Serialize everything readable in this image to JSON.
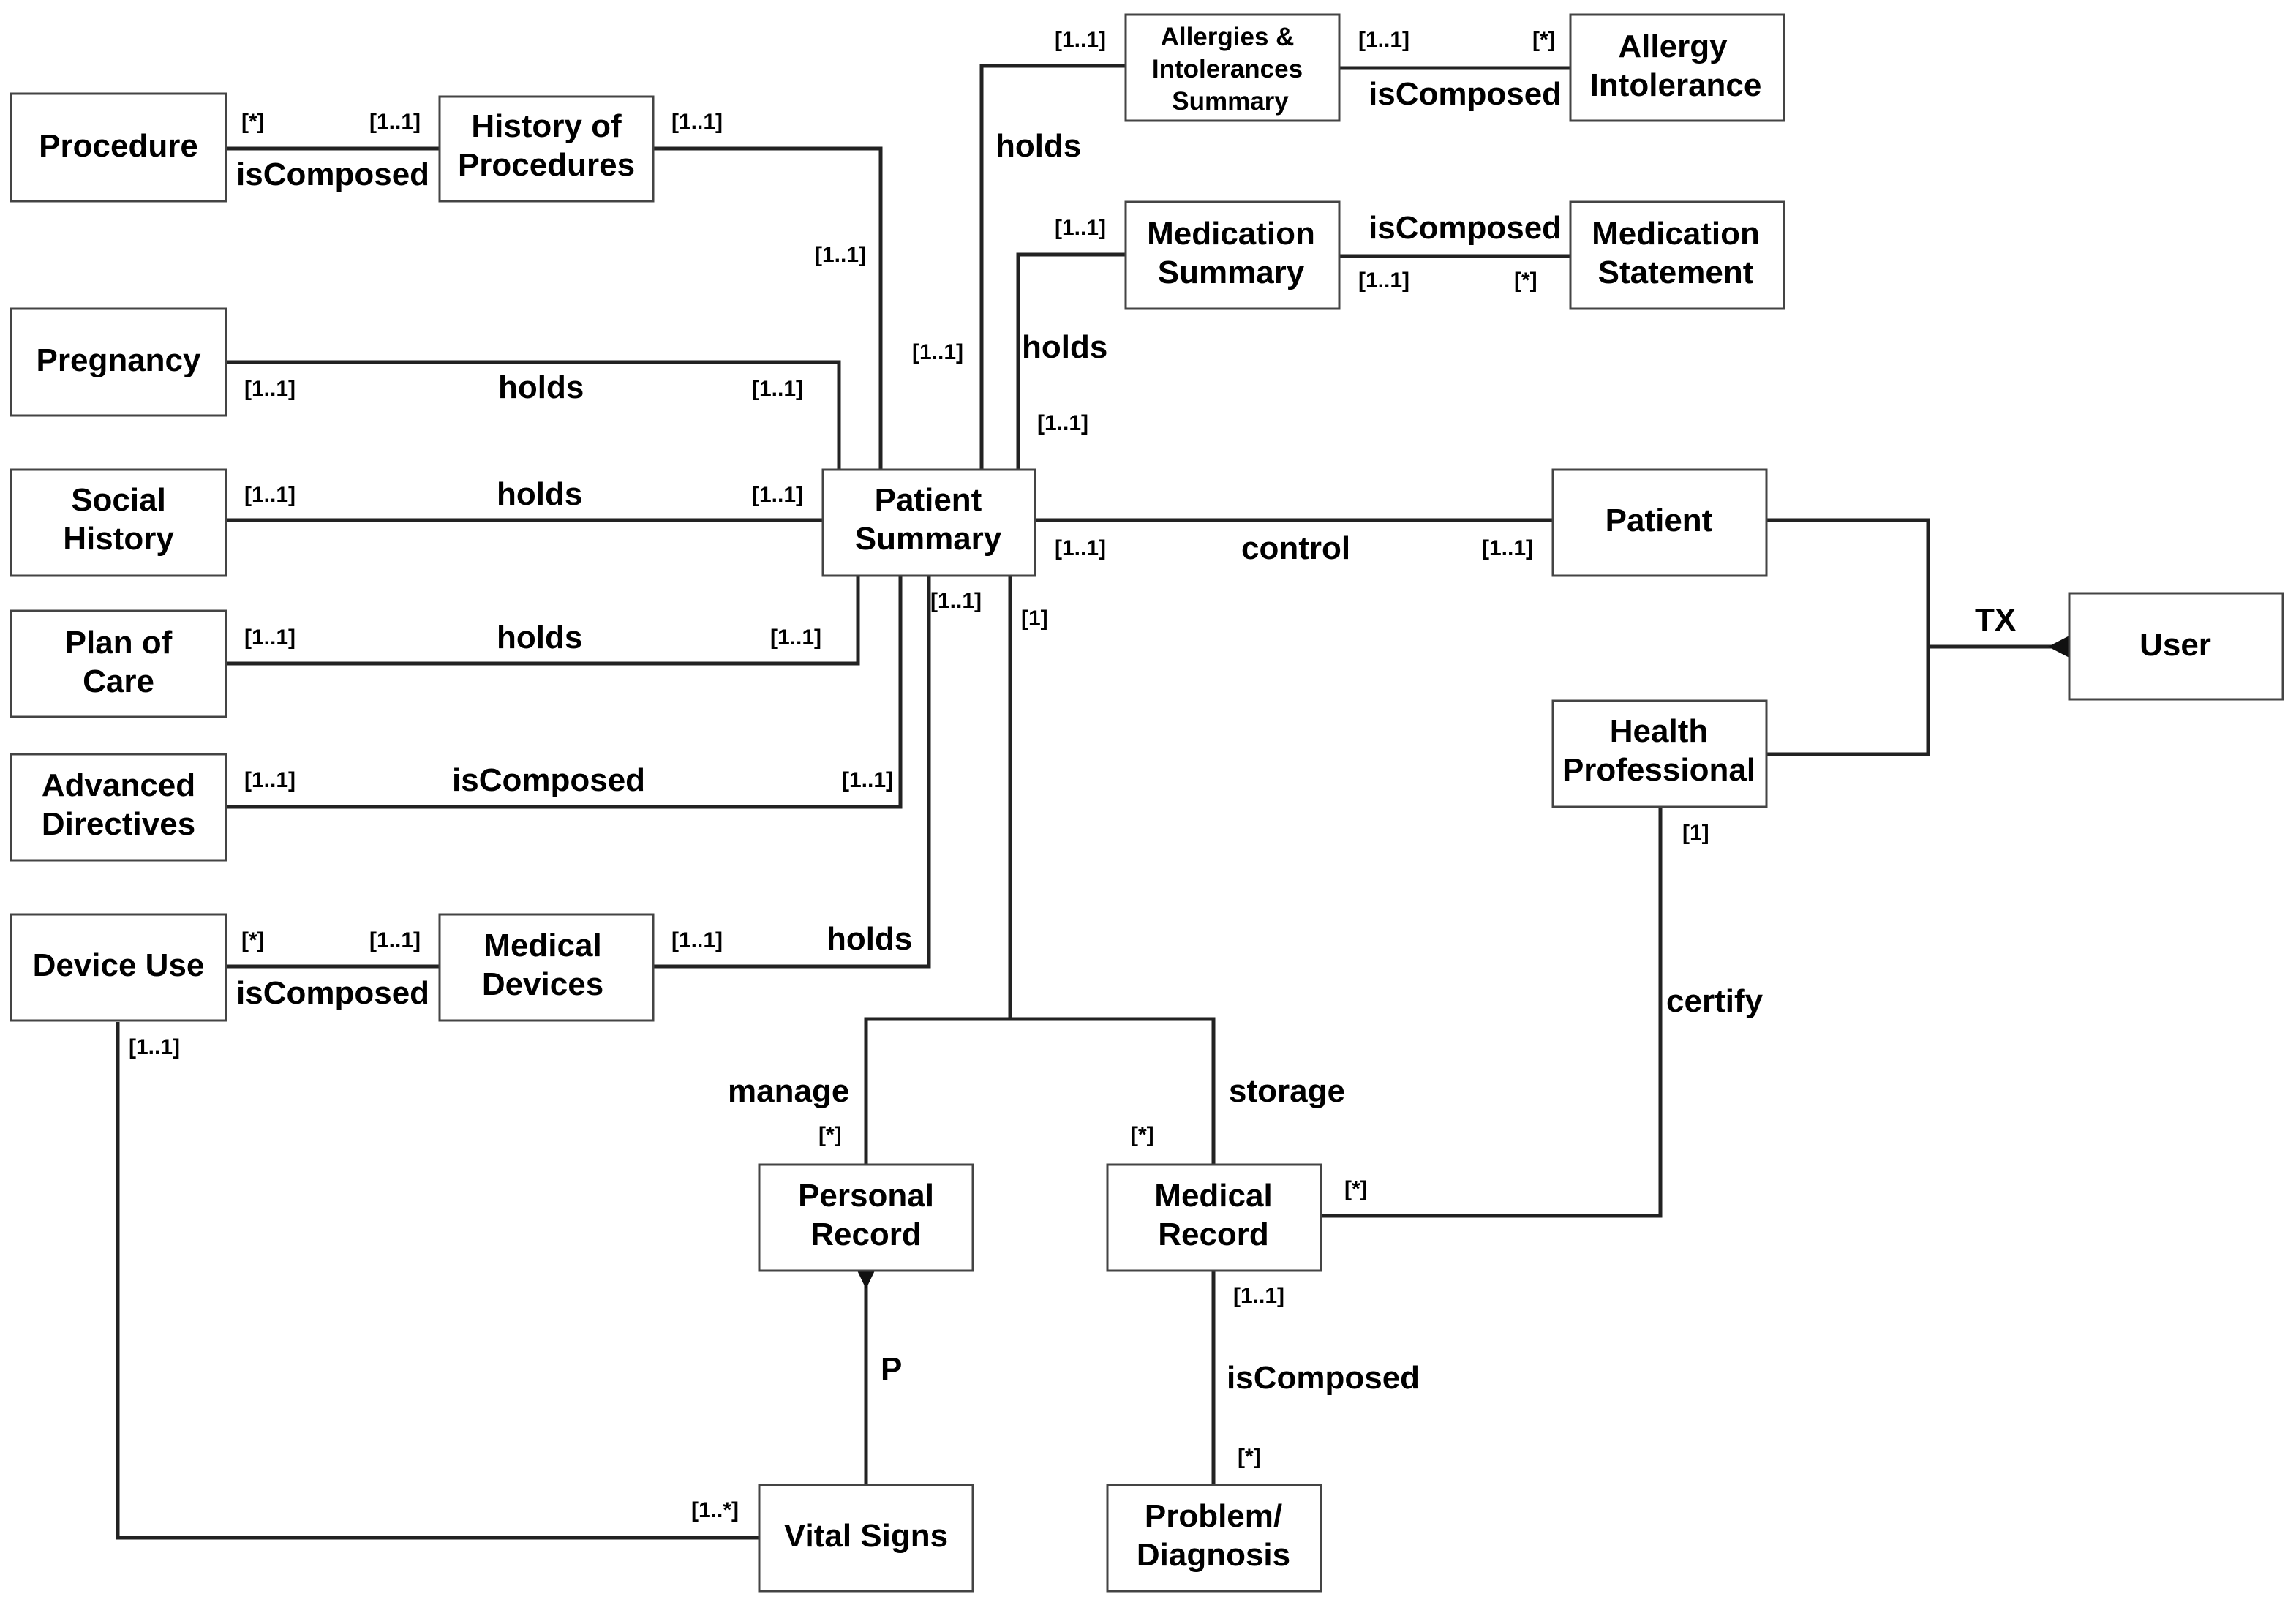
{
  "entities": {
    "procedure": [
      "Procedure"
    ],
    "history_of_procedures": [
      "History of",
      "Procedures"
    ],
    "pregnancy": [
      "Pregnancy"
    ],
    "social_history": [
      "Social",
      "History"
    ],
    "plan_of_care": [
      "Plan of",
      "Care"
    ],
    "advanced_directives": [
      "Advanced",
      "Directives"
    ],
    "device_use": [
      "Device Use"
    ],
    "medical_devices": [
      "Medical",
      "Devices"
    ],
    "allergies_summary": [
      "Allergies &",
      "Intolerances",
      "Summary"
    ],
    "allergy_intolerance": [
      "Allergy",
      "Intolerance"
    ],
    "medication_summary": [
      "Medication",
      "Summary"
    ],
    "medication_statement": [
      "Medication",
      "Statement"
    ],
    "patient_summary": [
      "Patient",
      "Summary"
    ],
    "patient": [
      "Patient"
    ],
    "user": [
      "User"
    ],
    "health_professional": [
      "Health",
      "Professional"
    ],
    "personal_record": [
      "Personal",
      "Record"
    ],
    "medical_record": [
      "Medical",
      "Record"
    ],
    "vital_signs": [
      "Vital Signs"
    ],
    "problem_diagnosis": [
      "Problem/",
      "Diagnosis"
    ]
  },
  "relations": {
    "procedure_history": {
      "label": "isComposed",
      "mult_a": "[*]",
      "mult_b": "[1..1]"
    },
    "history_summary": {
      "mult_a": "[1..1]",
      "mult_b": "[1..1]"
    },
    "pregnancy_summary": {
      "label": "holds",
      "mult_a": "[1..1]",
      "mult_b": "[1..1]"
    },
    "social_summary": {
      "label": "holds",
      "mult_a": "[1..1]",
      "mult_b": "[1..1]"
    },
    "plan_summary": {
      "label": "holds",
      "mult_a": "[1..1]",
      "mult_b": "[1..1]"
    },
    "directives_summary": {
      "label": "isComposed",
      "mult_a": "[1..1]",
      "mult_b": "[1..1]"
    },
    "device_medical": {
      "label": "isComposed",
      "mult_a": "[*]",
      "mult_b": "[1..1]"
    },
    "devices_summary": {
      "label": "holds",
      "mult_a": "[1..1]",
      "mult_b": "[1..1]"
    },
    "allergies_summary_link": {
      "label": "holds",
      "mult_a": "[1..1]",
      "mult_b": "[1..1]"
    },
    "allergies_composed": {
      "label": "isComposed",
      "mult_a": "[1..1]",
      "mult_b": "[*]"
    },
    "medication_summary_link": {
      "label": "holds",
      "mult_a": "[1..1]",
      "mult_b": "[1..1]"
    },
    "medication_composed": {
      "label": "isComposed",
      "mult_a": "[1..1]",
      "mult_b": "[*]"
    },
    "control": {
      "label": "control",
      "mult_a": "[1..1]",
      "mult_b": "[1..1]"
    },
    "tx": {
      "label": "TX"
    },
    "summary_records": {
      "mult_top": "[1]"
    },
    "manage": {
      "label": "manage",
      "mult": "[*]"
    },
    "storage": {
      "label": "storage",
      "mult": "[*]"
    },
    "certify": {
      "label": "certify",
      "mult_a": "[1]",
      "mult_b": "[*]"
    },
    "p": {
      "label": "P"
    },
    "record_composed": {
      "label": "isComposed",
      "mult_a": "[1..1]",
      "mult_b": "[*]"
    },
    "device_vital": {
      "mult_a": "[1..1]",
      "mult_b": "[1..*]"
    }
  }
}
